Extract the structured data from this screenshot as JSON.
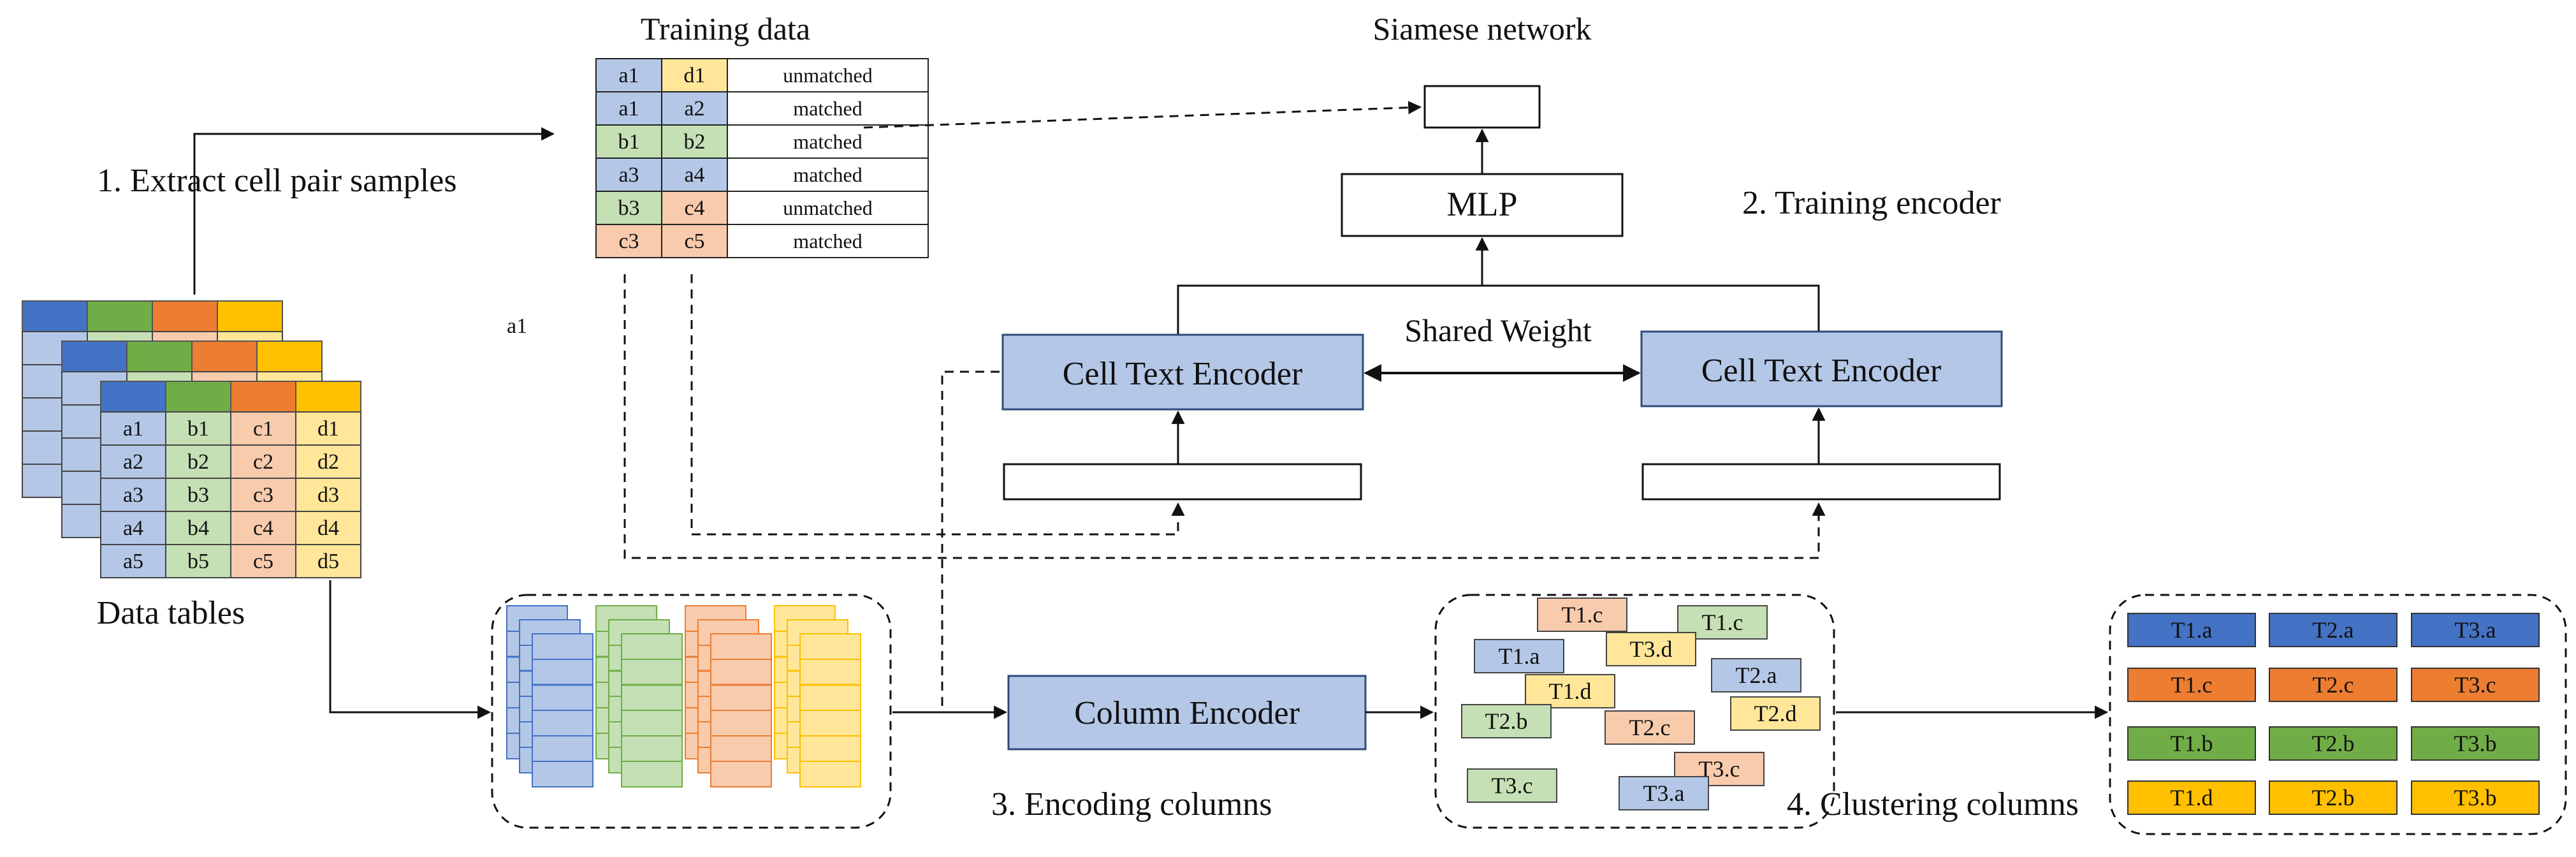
{
  "colors": {
    "blue": "#b4c7e7",
    "blue_dark": "#4472c4",
    "green": "#c5e0b4",
    "green_dark": "#70ad47",
    "orange": "#f8cbad",
    "orange_dark": "#ed7d31",
    "yellow": "#ffe699",
    "yellow_dark": "#ffc000",
    "encoder_fill": "#b4c7e7",
    "line": "#111111"
  },
  "labels": {
    "training_data": "Training data",
    "siamese_network": "Siamese network",
    "extract_samples": "1. Extract cell pair samples",
    "training_encoder": "2. Training encoder",
    "encoding_columns": "3. Encoding columns",
    "clustering_columns": "4. Clustering columns",
    "data_tables": "Data tables",
    "mlp": "MLP",
    "shared_weight": "Shared Weight",
    "cell_text_encoder_left": "Cell Text Encoder",
    "cell_text_encoder_right": "Cell Text Encoder",
    "column_encoder": "Column Encoder",
    "stray_label": "a1"
  },
  "training_rows": [
    {
      "left": "a1",
      "right": "d1",
      "label": "unmatched",
      "left_color": "blue",
      "right_color": "yellow"
    },
    {
      "left": "a1",
      "right": "a2",
      "label": "matched",
      "left_color": "blue",
      "right_color": "blue"
    },
    {
      "left": "b1",
      "right": "b2",
      "label": "matched",
      "left_color": "green",
      "right_color": "green"
    },
    {
      "left": "a3",
      "right": "a4",
      "label": "matched",
      "left_color": "blue",
      "right_color": "blue"
    },
    {
      "left": "b3",
      "right": "c4",
      "label": "unmatched",
      "left_color": "green",
      "right_color": "orange"
    },
    {
      "left": "c3",
      "right": "c5",
      "label": "matched",
      "left_color": "orange",
      "right_color": "orange"
    }
  ],
  "data_table": {
    "columns": [
      {
        "color": "blue",
        "cells": [
          "a1",
          "a2",
          "a3",
          "a4",
          "a5"
        ]
      },
      {
        "color": "green",
        "cells": [
          "b1",
          "b2",
          "b3",
          "b4",
          "b5"
        ]
      },
      {
        "color": "orange",
        "cells": [
          "c1",
          "c2",
          "c3",
          "c4",
          "c5"
        ]
      },
      {
        "color": "yellow",
        "cells": [
          "d1",
          "d2",
          "d3",
          "d4",
          "d5"
        ]
      }
    ]
  },
  "embedding_labels": [
    {
      "text": "T1.c",
      "color": "orange"
    },
    {
      "text": "T1.c",
      "color": "green"
    },
    {
      "text": "T3.d",
      "color": "yellow"
    },
    {
      "text": "T1.a",
      "color": "blue"
    },
    {
      "text": "T2.a",
      "color": "blue"
    },
    {
      "text": "T1.d",
      "color": "yellow"
    },
    {
      "text": "T2.b",
      "color": "green"
    },
    {
      "text": "T2.c",
      "color": "orange"
    },
    {
      "text": "T2.d",
      "color": "yellow"
    },
    {
      "text": "T3.c",
      "color": "orange"
    },
    {
      "text": "T3.c",
      "color": "green"
    },
    {
      "text": "T3.a",
      "color": "blue"
    }
  ],
  "clusters": [
    {
      "color": "blue",
      "items": [
        "T1.a",
        "T2.a",
        "T3.a"
      ]
    },
    {
      "color": "orange",
      "items": [
        "T1.c",
        "T2.c",
        "T3.c"
      ]
    },
    {
      "color": "green",
      "items": [
        "T1.b",
        "T2.b",
        "T3.b"
      ]
    },
    {
      "color": "yellow",
      "items": [
        "T1.d",
        "T2.b",
        "T3.b"
      ]
    }
  ]
}
